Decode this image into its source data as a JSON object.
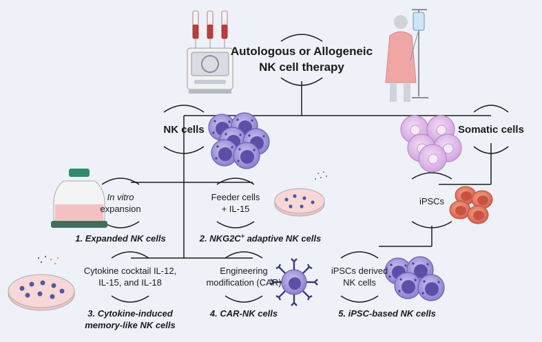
{
  "therapy": {
    "line1": "Autologous or Allogeneic",
    "line2": "NK cell therapy"
  },
  "sources": {
    "nk_cells": "NK cells",
    "somatic_cells": "Somatic cells",
    "ipscs": "iPSCs"
  },
  "methods": {
    "in_vitro_italic": "In vitro",
    "in_vitro_rest": "expansion",
    "feeder_line1": "Feeder cells",
    "feeder_line2": "+ IL-15",
    "cytokine_line1": "Cytokine cocktail IL-12,",
    "cytokine_line2": "IL-15, and IL-18",
    "engineering_line1": "Engineering",
    "engineering_line2": "modification (CAR)",
    "ipsc_derived_line1": "iPSCs derived",
    "ipsc_derived_line2": "NK cells"
  },
  "results": {
    "r1": "1. Expanded NK cells",
    "r2_prefix": "2. NKG2C",
    "r2_sup": "+",
    "r2_suffix": " adaptive NK cells",
    "r3_line1": "3. Cytokine-induced",
    "r3_line2": "memory-like NK cells",
    "r4": "4. CAR-NK cells",
    "r5": "5. iPSC-based NK cells"
  },
  "icons": {
    "machine": "cell-processing-machine-icon",
    "patient": "patient-with-iv-icon",
    "flask": "culture-flask-icon",
    "dish": "petri-dish-icon",
    "nk_cluster": "nk-cell-cluster-icon",
    "somatic_cluster": "somatic-cell-cluster-icon",
    "ipsc_cluster": "ipsc-cluster-icon",
    "car_nk": "car-nk-cell-icon"
  },
  "colors": {
    "background": "#eef1f7",
    "line": "#1a1a1a",
    "nk_cell": "#9a8fd6",
    "nk_nucleus": "#5d4ea8",
    "somatic_cell": "#dcb8e8",
    "ipsc_cell": "#e0735a",
    "dish_fill": "#f3c6c6",
    "flask_cap": "#2f8c6c"
  }
}
